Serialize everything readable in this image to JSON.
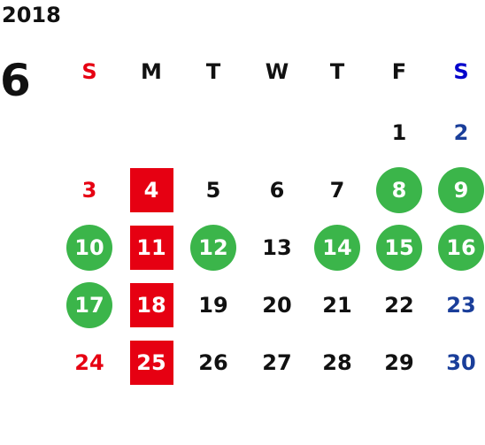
{
  "calendar": {
    "year": "2018",
    "month": "6",
    "weekdays": [
      {
        "label": "S",
        "color": "#e60012"
      },
      {
        "label": "M",
        "color": "#111111"
      },
      {
        "label": "T",
        "color": "#111111"
      },
      {
        "label": "W",
        "color": "#111111"
      },
      {
        "label": "T",
        "color": "#111111"
      },
      {
        "label": "F",
        "color": "#111111"
      },
      {
        "label": "S",
        "color": "#0000cc"
      }
    ],
    "colors": {
      "sunday_text": "#e60012",
      "saturday_text": "#1a3e9a",
      "default_text": "#111111",
      "highlight_green": "#3bb54a",
      "highlight_red": "#e60012"
    },
    "weeks": [
      [
        {
          "day": "",
          "style": "none"
        },
        {
          "day": "",
          "style": "none"
        },
        {
          "day": "",
          "style": "none"
        },
        {
          "day": "",
          "style": "none"
        },
        {
          "day": "",
          "style": "none"
        },
        {
          "day": "1",
          "style": "plain"
        },
        {
          "day": "2",
          "style": "plain"
        }
      ],
      [
        {
          "day": "3",
          "style": "plain"
        },
        {
          "day": "4",
          "style": "red-square"
        },
        {
          "day": "5",
          "style": "plain"
        },
        {
          "day": "6",
          "style": "plain"
        },
        {
          "day": "7",
          "style": "plain"
        },
        {
          "day": "8",
          "style": "green-circle"
        },
        {
          "day": "9",
          "style": "green-circle"
        }
      ],
      [
        {
          "day": "10",
          "style": "green-circle"
        },
        {
          "day": "11",
          "style": "red-square"
        },
        {
          "day": "12",
          "style": "green-circle"
        },
        {
          "day": "13",
          "style": "plain"
        },
        {
          "day": "14",
          "style": "green-circle"
        },
        {
          "day": "15",
          "style": "green-circle"
        },
        {
          "day": "16",
          "style": "green-circle"
        }
      ],
      [
        {
          "day": "17",
          "style": "green-circle"
        },
        {
          "day": "18",
          "style": "red-square"
        },
        {
          "day": "19",
          "style": "plain"
        },
        {
          "day": "20",
          "style": "plain"
        },
        {
          "day": "21",
          "style": "plain"
        },
        {
          "day": "22",
          "style": "plain"
        },
        {
          "day": "23",
          "style": "plain"
        }
      ],
      [
        {
          "day": "24",
          "style": "plain"
        },
        {
          "day": "25",
          "style": "red-square"
        },
        {
          "day": "26",
          "style": "plain"
        },
        {
          "day": "27",
          "style": "plain"
        },
        {
          "day": "28",
          "style": "plain"
        },
        {
          "day": "29",
          "style": "plain"
        },
        {
          "day": "30",
          "style": "plain"
        }
      ]
    ]
  }
}
